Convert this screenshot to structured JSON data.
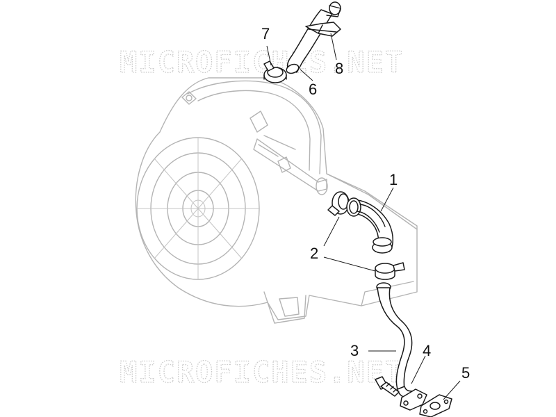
{
  "watermark": {
    "text": "MICROFICHES.NET"
  },
  "callouts": [
    {
      "id": "1",
      "label": "1"
    },
    {
      "id": "2",
      "label": "2"
    },
    {
      "id": "3",
      "label": "3"
    },
    {
      "id": "4",
      "label": "4"
    },
    {
      "id": "5",
      "label": "5"
    },
    {
      "id": "6",
      "label": "6"
    },
    {
      "id": "7",
      "label": "7"
    },
    {
      "id": "8",
      "label": "8"
    }
  ]
}
